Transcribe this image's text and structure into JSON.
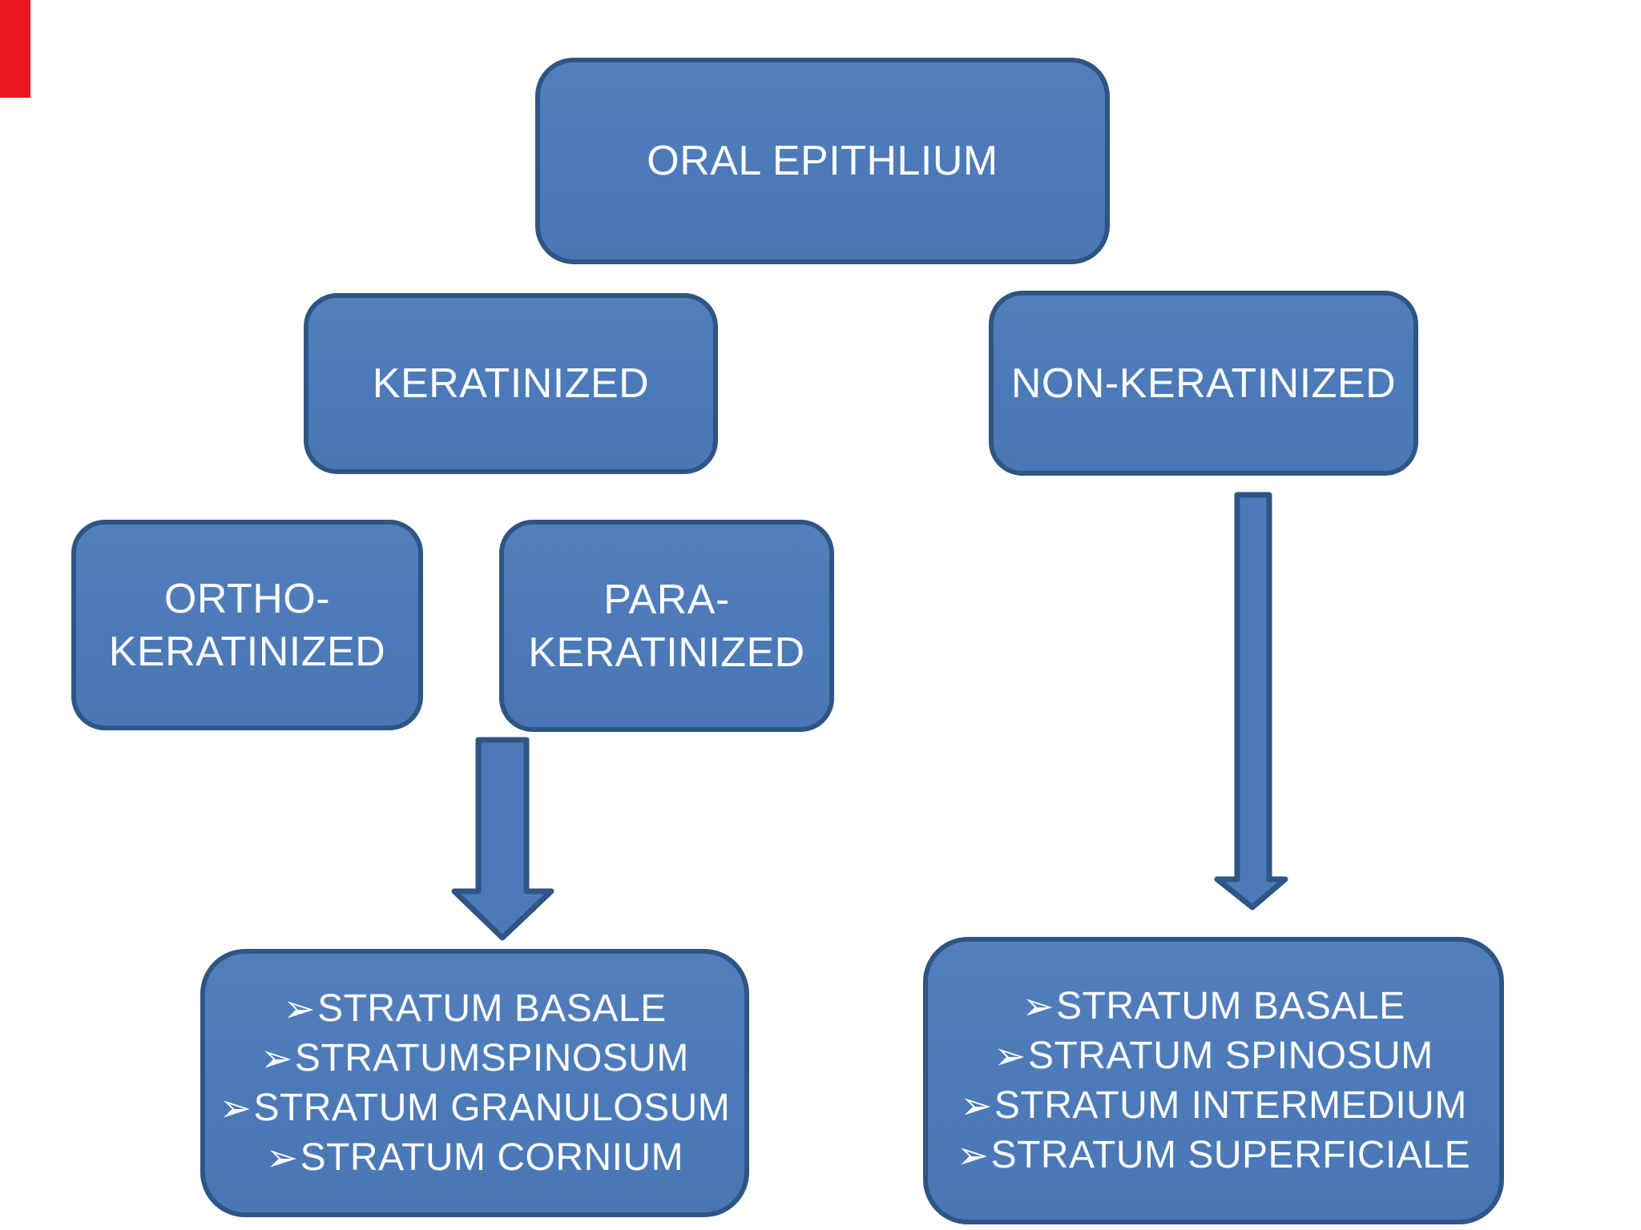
{
  "page": {
    "background_color": "#ffffff",
    "description": "Flowchart of oral epithelium classification"
  },
  "colors": {
    "node_fill": "#4c7ab8",
    "node_border": "#2e5583",
    "arrow_fill": "#4c7ab8",
    "arrow_border": "#2e5583",
    "text": "#fdfdfd",
    "red_corner_artifact": "#e9191f"
  },
  "bullet_glyph": "➢",
  "nodes": {
    "root": {
      "label": "ORAL EPITHLIUM"
    },
    "keratinized": {
      "label": "KERATINIZED"
    },
    "non_keratinized": {
      "label": "NON-KERATINIZED"
    },
    "ortho_keratinized": {
      "lines": [
        "ORTHO-",
        "KERATINIZED"
      ]
    },
    "para_keratinized": {
      "lines": [
        "PARA-",
        "KERATINIZED"
      ]
    },
    "keratinized_layers": {
      "items": [
        "STRATUM BASALE",
        "STRATUMSPINOSUM",
        "STRATUM GRANULOSUM",
        "STRATUM CORNIUM"
      ]
    },
    "non_keratinized_layers": {
      "items": [
        "STRATUM BASALE",
        "STRATUM SPINOSUM",
        "STRATUM INTERMEDIUM",
        "STRATUM SUPERFICIALE"
      ]
    }
  }
}
